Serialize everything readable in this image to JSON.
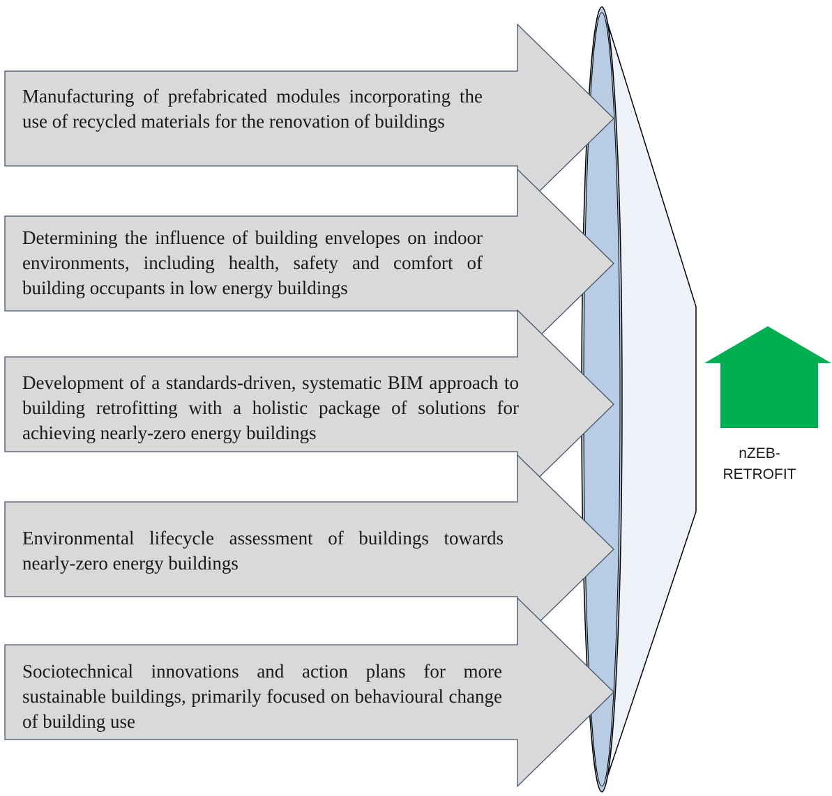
{
  "arrows": [
    {
      "text": "Manufacturing of prefabricated modules incorporating the use of recycled materials for the renovation of buildings"
    },
    {
      "text": "Determining the influence of building envelopes on indoor environments, including health, safety and comfort of building occupants in low energy buildings"
    },
    {
      "text": "Development of a standards-driven, systematic BIM approach to building retrofitting with a holistic package of solutions for achieving nearly-zero energy buildings"
    },
    {
      "text": "Environmental lifecycle assessment of buildings towards nearly-zero energy buildings"
    },
    {
      "text": "Sociotechnical innovations and action plans for more sustainable buildings, primarily focused on behavioural change of building use"
    }
  ],
  "output": {
    "label_line1": "nZEB-",
    "label_line2": "RETROFIT"
  },
  "colors": {
    "arrow_fill": "#d9d9d9",
    "arrow_stroke": "#44546a",
    "lens_fill": "#b8cce4",
    "funnel_fill": "#eef2f8",
    "house_fill": "#00b050",
    "outline": "#000000"
  }
}
